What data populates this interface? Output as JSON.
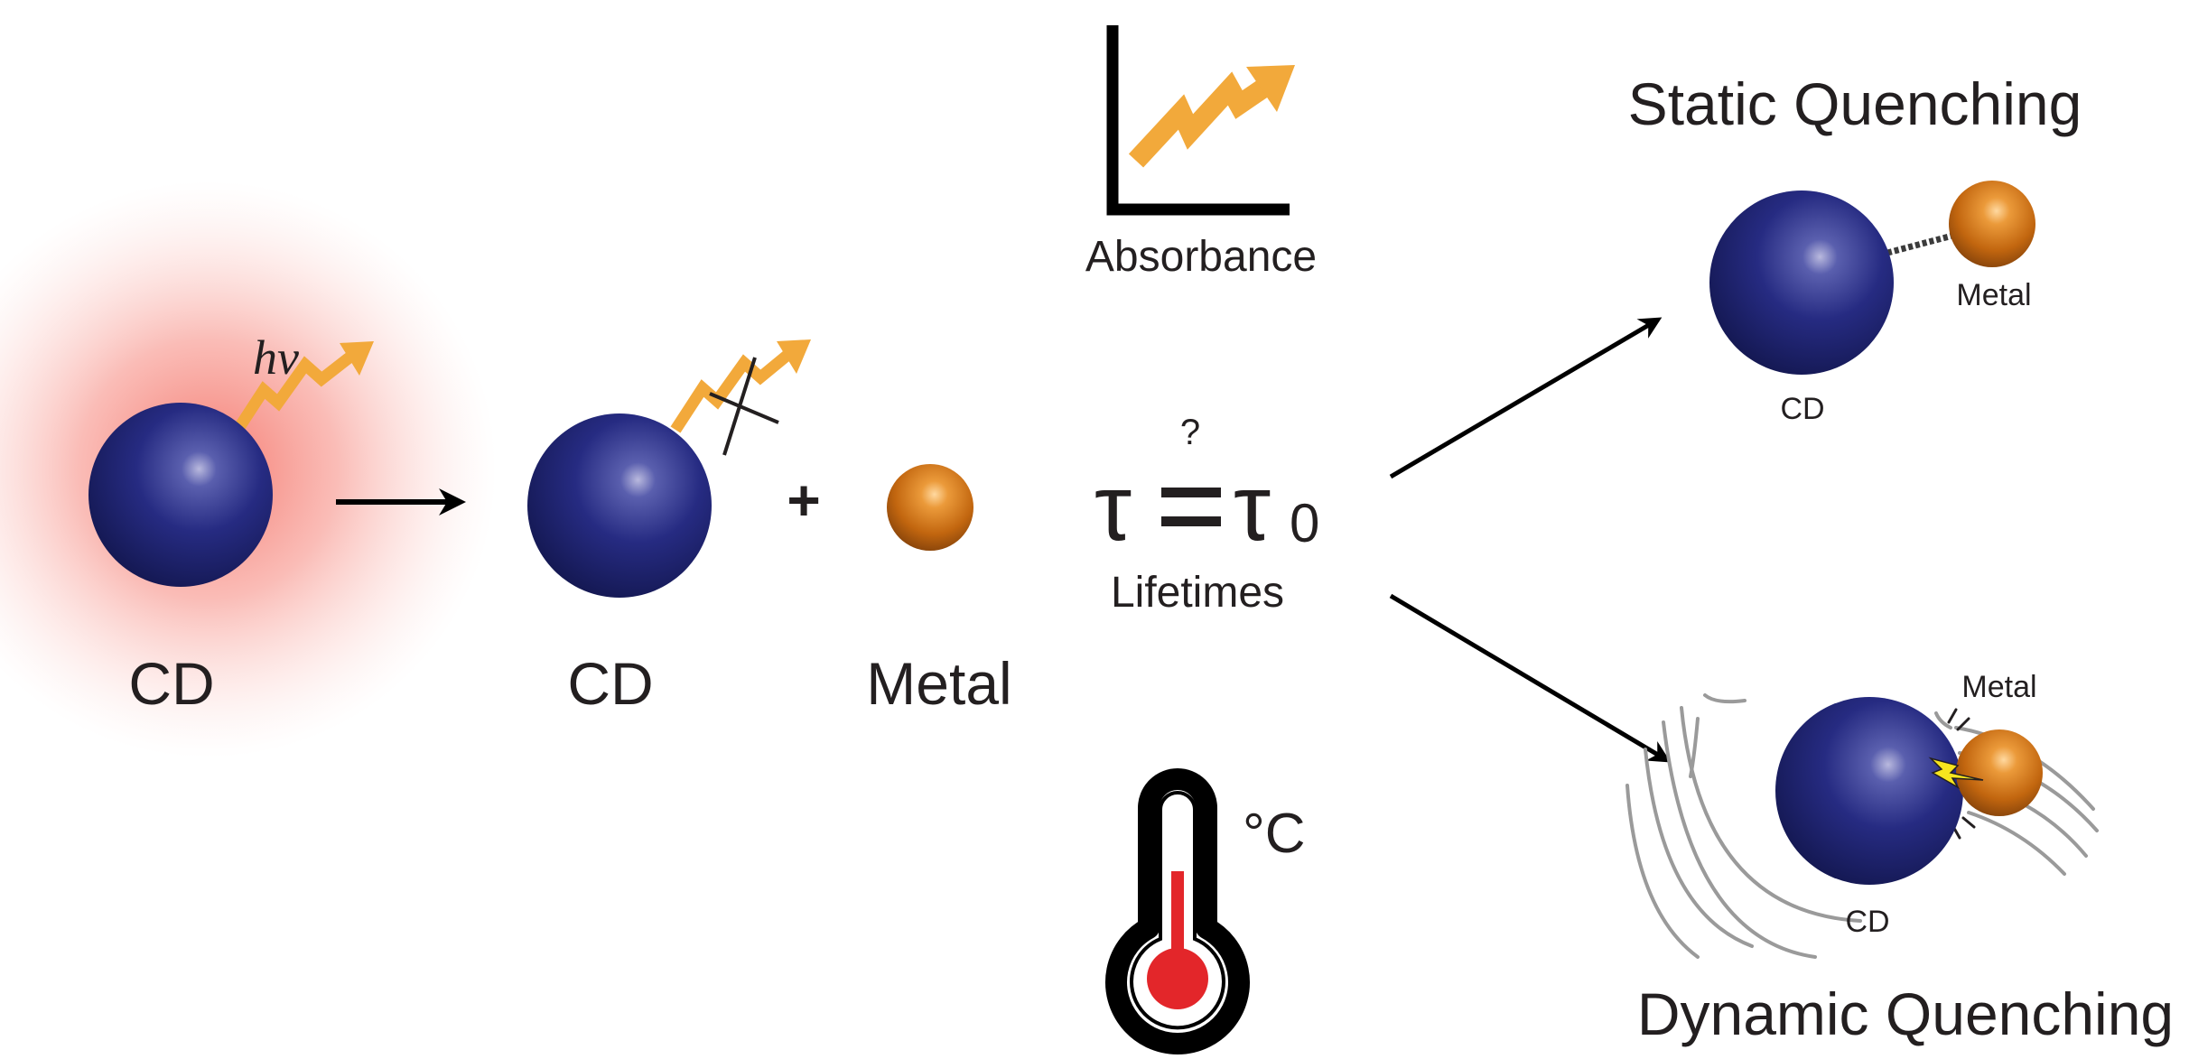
{
  "diagram": {
    "colors": {
      "cd_sphere": "#1f2470",
      "metal_sphere": "#c56a10",
      "photon_arrow": "#f2a93b",
      "glow": "#f46a5e",
      "spark": "#f7e51e",
      "thermo_fill": "#e3262a",
      "ink": "#231f20"
    },
    "left": {
      "cd_label": "CD",
      "photon_label": "hν"
    },
    "middle": {
      "cd_label": "CD",
      "plus": "+",
      "metal_label": "Metal"
    },
    "absorbance": {
      "label": "Absorbance",
      "icon": "rising-arrow-chart-icon"
    },
    "lifetimes": {
      "tau": "τ",
      "equals": "=",
      "question": "?",
      "tau_zero": "τ",
      "subscript": "0",
      "label": "Lifetimes"
    },
    "temperature": {
      "unit": "°C",
      "icon": "thermometer-icon"
    },
    "static": {
      "title": "Static Quenching",
      "metal_label": "Metal",
      "cd_label": "CD"
    },
    "dynamic": {
      "title": "Dynamic Quenching",
      "metal_label": "Metal",
      "cd_label": "CD"
    }
  }
}
